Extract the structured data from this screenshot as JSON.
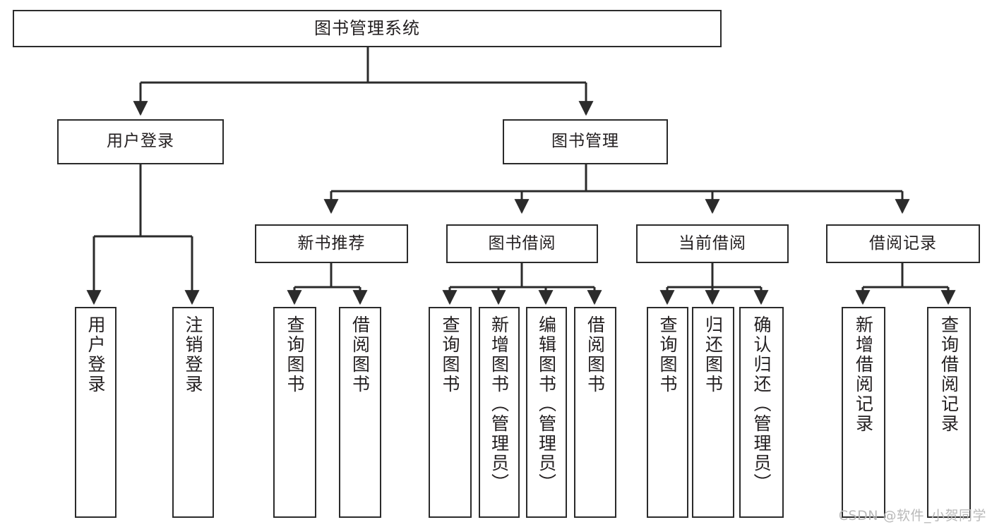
{
  "diagram": {
    "type": "tree",
    "title": "图书管理系统",
    "orientation": "top-down",
    "colors": {
      "box_border": "#2b2b2b",
      "box_fill": "#ffffff",
      "connector": "#2b2b2b",
      "background": "#ffffff",
      "watermark": "#b9b9b9"
    }
  },
  "root": {
    "label": "图书管理系统"
  },
  "level2": [
    {
      "label": "用户登录"
    },
    {
      "label": "图书管理"
    }
  ],
  "level3": [
    {
      "label": "新书推荐"
    },
    {
      "label": "图书借阅"
    },
    {
      "label": "当前借阅"
    },
    {
      "label": "借阅记录"
    }
  ],
  "leaves": {
    "user_login": [
      {
        "label": "用户登录"
      },
      {
        "label": "注销登录"
      }
    ],
    "new_book_recommend": [
      {
        "label": "查询图书"
      },
      {
        "label": "借阅图书"
      }
    ],
    "book_borrow": [
      {
        "label": "查询图书"
      },
      {
        "label": "新增图书（管理员）"
      },
      {
        "label": "编辑图书（管理员）"
      },
      {
        "label": "借阅图书"
      }
    ],
    "current_borrow": [
      {
        "label": "查询图书"
      },
      {
        "label": "归还图书"
      },
      {
        "label": "确认归还（管理员）"
      }
    ],
    "borrow_record": [
      {
        "label": "新增借阅记录"
      },
      {
        "label": "查询借阅记录"
      }
    ]
  },
  "watermark": {
    "text": "CSDN @软件_小贺同学"
  }
}
